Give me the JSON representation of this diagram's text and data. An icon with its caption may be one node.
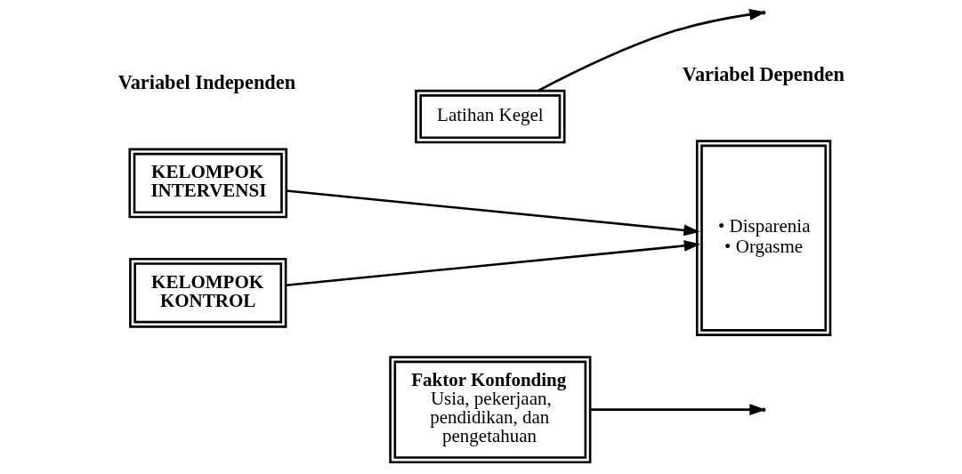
{
  "diagram": {
    "nodes": [
      {
        "text": [
          "Latihan Kegel"
        ]
      },
      {
        "text": [
          "KELOMPOK INTERVENSI"
        ]
      },
      {
        "text": [
          "Faktor Konfonding",
          "Usia, pekerjaan, pendidikan, dan pengetahuan"
        ]
      },
      {
        "text": [
          "KELOMPOK KONTROL"
        ]
      },
      {
        "text": [
          "• Disparenia",
          "• Orgasme"
        ]
      }
    ],
    "edges": [
      {
        "from": 0,
        "to": null,
        "arrow": "to"
      },
      {
        "from": 2,
        "to": null,
        "arrow": "to"
      },
      {
        "from": 1,
        "to": 4,
        "arrow": "to"
      },
      {
        "from": 3,
        "to": 4,
        "arrow": "to"
      }
    ],
    "labels": [
      "Variabel Independen",
      "Variabel Dependen"
    ]
  }
}
